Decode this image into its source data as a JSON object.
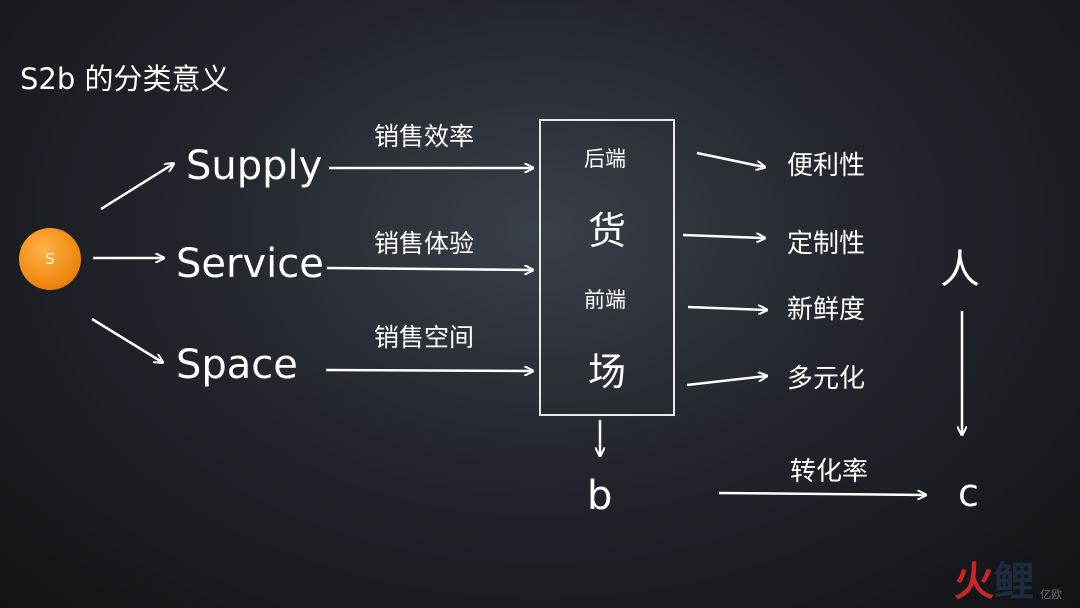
{
  "title": "S2b 的分类意义",
  "source_node": "S",
  "s_branches": [
    "Supply",
    "Service",
    "Space"
  ],
  "sales_labels": [
    "销售效率",
    "销售体验",
    "销售空间"
  ],
  "box": {
    "back_end_label": "后端",
    "goods": "货",
    "front_end_label": "前端",
    "venue": "场"
  },
  "b_node": "b",
  "outcomes": [
    "便利性",
    "定制性",
    "新鲜度",
    "多元化"
  ],
  "person_node": "人",
  "c_node": "c",
  "conversion_label": "转化率",
  "watermark": {
    "main_left": "火",
    "main_right": "鲤",
    "suffix": "亿欧"
  }
}
